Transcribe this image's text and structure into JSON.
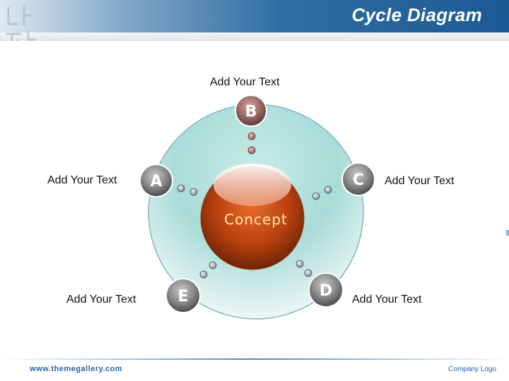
{
  "title": "Cycle Diagram",
  "center_label": "Concept",
  "nodes": {
    "a": {
      "letter": "A",
      "text": "Add Your Text"
    },
    "b": {
      "letter": "B",
      "text": "Add Your Text"
    },
    "c": {
      "letter": "C",
      "text": "Add Your Text"
    },
    "d": {
      "letter": "D",
      "text": "Add Your Text"
    },
    "e": {
      "letter": "E",
      "text": "Add Your Text"
    }
  },
  "footer": {
    "website": "www.themegallery.com",
    "logo": "Company Logo"
  },
  "colors": {
    "header": "#1d5a94",
    "ring": "#9fd3d0",
    "node": "#7a7a7a",
    "center": "#c24a14"
  }
}
